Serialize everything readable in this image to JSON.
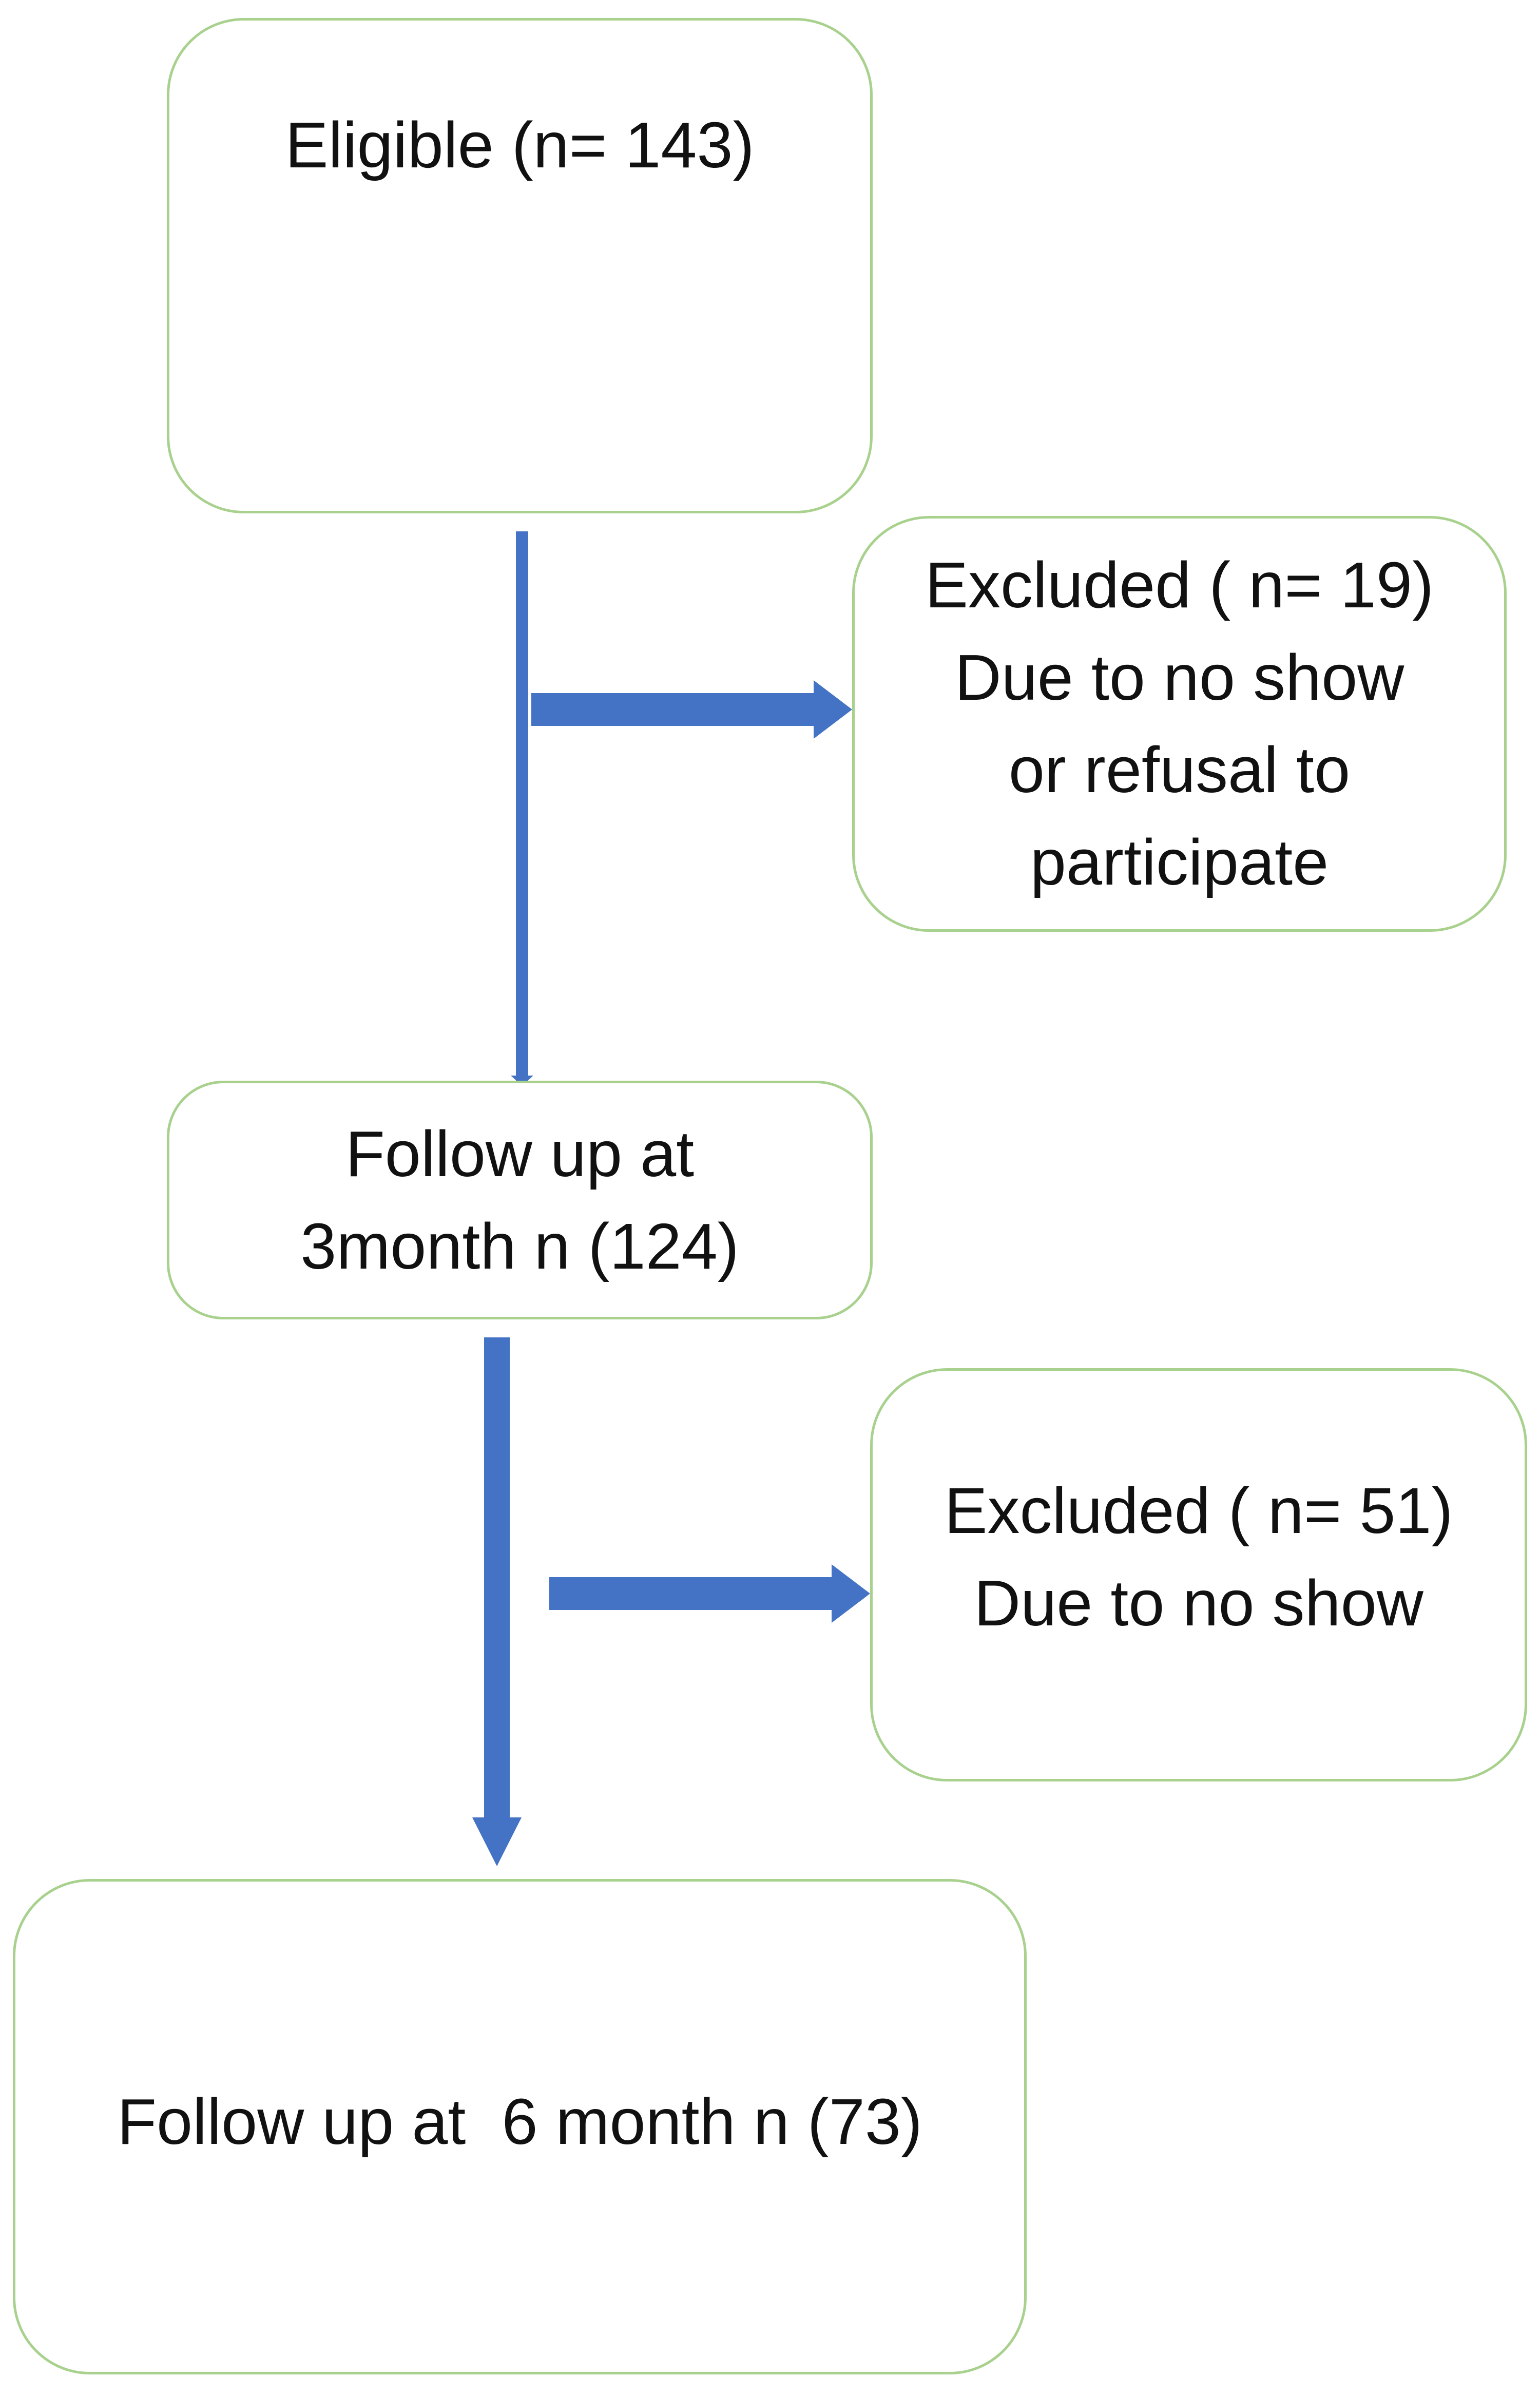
{
  "flow": {
    "eligible": {
      "lines": [
        "Eligible (n= 143)"
      ]
    },
    "excluded_first": {
      "lines": [
        "Excluded ( n= 19)",
        "Due to no show",
        "or refusal to",
        "participate"
      ]
    },
    "followup_3month": {
      "lines": [
        "Follow up at",
        "3month n (124)"
      ]
    },
    "excluded_second": {
      "lines": [
        "Excluded ( n= 51)",
        "Due to no show"
      ]
    },
    "followup_6month": {
      "lines": [
        "Follow up at  6 month n (73)"
      ]
    }
  },
  "colors": {
    "box_border": "#a9d18e",
    "arrow": "#4472c4",
    "text": "#111111"
  }
}
